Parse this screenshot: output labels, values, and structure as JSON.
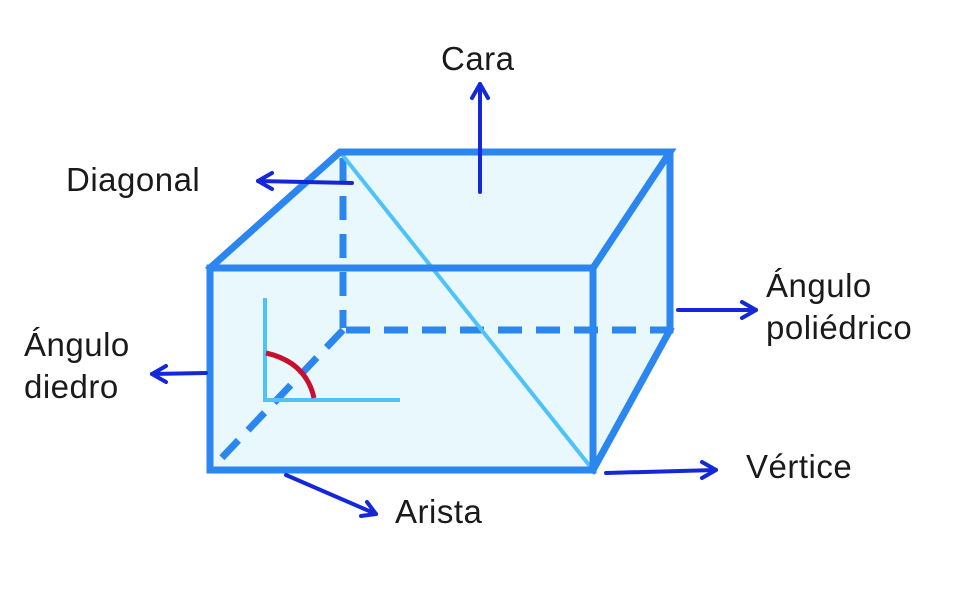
{
  "labels": {
    "cara": "Cara",
    "diagonal": "Diagonal",
    "angulo_poliedrico_1": "Ángulo",
    "angulo_poliedrico_2": "poliédrico",
    "angulo_diedro_1": "Ángulo",
    "angulo_diedro_2": "diedro",
    "vertice": "Vértice",
    "arista": "Arista"
  },
  "colors": {
    "edge": "#2b86f0",
    "face_fill": "#e8f8fc",
    "diagonal": "#4fc3f7",
    "arrow": "#1427d9",
    "angle_arc": "#c8102e",
    "text": "#1a1a1a"
  }
}
